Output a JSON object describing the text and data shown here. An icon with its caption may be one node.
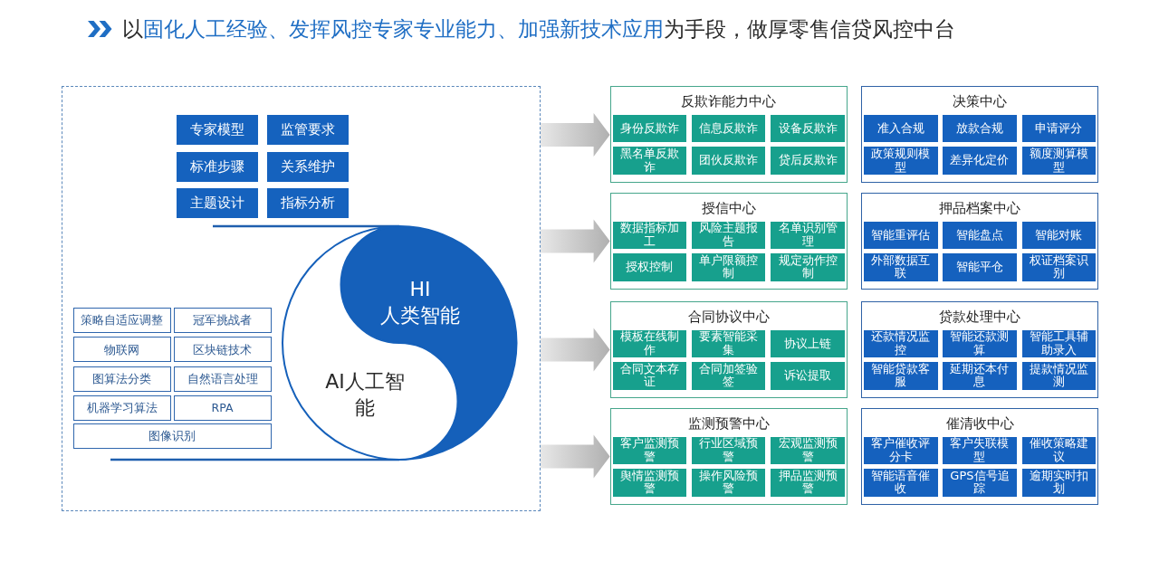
{
  "diagram": {
    "title": "以**固化人工经验、发挥风控专家专业能力、加强新技术应用**为手段，做厚零售信贷风控中台",
    "nodes": [
      {
        "text": [],
        "shape": "box"
      },
      {
        "text": [
          "专家模型"
        ],
        "in": 0
      },
      {
        "text": [
          "监管要求"
        ],
        "in": 0
      },
      {
        "text": [
          "标准步骤"
        ],
        "in": 0
      },
      {
        "text": [
          "关系维护"
        ],
        "in": 0
      },
      {
        "text": [
          "主题设计"
        ],
        "in": 0
      },
      {
        "text": [
          "指标分析"
        ],
        "in": 0
      },
      {
        "text": [
          "HI 人类智能"
        ],
        "in": 0
      },
      {
        "text": [
          "AI人工智能"
        ],
        "in": 0
      },
      {
        "text": [
          "策略自适应调整"
        ],
        "in": 0
      },
      {
        "text": [
          "冠军挑战者"
        ],
        "in": 0
      },
      {
        "text": [
          "物联网"
        ],
        "in": 0
      },
      {
        "text": [
          "区块链技术"
        ],
        "in": 0
      },
      {
        "text": [
          "图算法分类"
        ],
        "in": 0
      },
      {
        "text": [
          "自然语言处理"
        ],
        "in": 0
      },
      {
        "text": [
          "机器学习算法"
        ],
        "in": 0
      },
      {
        "text": [
          "RPA"
        ],
        "in": 0
      },
      {
        "text": [
          "图像识别"
        ],
        "in": 0
      },
      {
        "text": [
          "反欺诈能力中心"
        ]
      },
      {
        "text": [
          "身份反欺诈"
        ],
        "in": 18
      },
      {
        "text": [
          "信息反欺诈"
        ],
        "in": 18
      },
      {
        "text": [
          "设备反欺诈"
        ],
        "in": 18
      },
      {
        "text": [
          "黑名单反欺诈"
        ],
        "in": 18
      },
      {
        "text": [
          "团伙反欺诈"
        ],
        "in": 18
      },
      {
        "text": [
          "贷后反欺诈"
        ],
        "in": 18
      },
      {
        "text": [
          "决策中心"
        ]
      },
      {
        "text": [
          "准入合规"
        ],
        "in": 25
      },
      {
        "text": [
          "放款合规"
        ],
        "in": 25
      },
      {
        "text": [
          "申请评分"
        ],
        "in": 25
      },
      {
        "text": [
          "政策规则模型"
        ],
        "in": 25
      },
      {
        "text": [
          "差异化定价"
        ],
        "in": 25
      },
      {
        "text": [
          "额度测算模型"
        ],
        "in": 25
      },
      {
        "text": [
          "授信中心"
        ]
      },
      {
        "text": [
          "数据指标加工"
        ],
        "in": 32
      },
      {
        "text": [
          "风险主题报告"
        ],
        "in": 32
      },
      {
        "text": [
          "名单识别管理"
        ],
        "in": 32
      },
      {
        "text": [
          "授权控制"
        ],
        "in": 32
      },
      {
        "text": [
          "单户限额控制"
        ],
        "in": 32
      },
      {
        "text": [
          "规定动作控制"
        ],
        "in": 32
      },
      {
        "text": [
          "押品档案中心"
        ]
      },
      {
        "text": [
          "智能重评估"
        ],
        "in": 39
      },
      {
        "text": [
          "智能盘点"
        ],
        "in": 39
      },
      {
        "text": [
          "智能对账"
        ],
        "in": 39
      },
      {
        "text": [
          "外部数据互联"
        ],
        "in": 39
      },
      {
        "text": [
          "智能平仓"
        ],
        "in": 39
      },
      {
        "text": [
          "权证档案识别"
        ],
        "in": 39
      },
      {
        "text": [
          "合同协议中心"
        ]
      },
      {
        "text": [
          "模板在线制作"
        ],
        "in": 46
      },
      {
        "text": [
          "要素智能采集"
        ],
        "in": 46
      },
      {
        "text": [
          "协议上链"
        ],
        "in": 46
      },
      {
        "text": [
          "合同文本存证"
        ],
        "in": 46
      },
      {
        "text": [
          "合同加签验签"
        ],
        "in": 46
      },
      {
        "text": [
          "诉讼提取"
        ],
        "in": 46
      },
      {
        "text": [
          "贷款处理中心"
        ]
      },
      {
        "text": [
          "还款情况监控"
        ],
        "in": 53
      },
      {
        "text": [
          "智能还款测算"
        ],
        "in": 53
      },
      {
        "text": [
          "智能工具辅助录入"
        ],
        "in": 53
      },
      {
        "text": [
          "智能贷款客服"
        ],
        "in": 53
      },
      {
        "text": [
          "延期还本付息"
        ],
        "in": 53
      },
      {
        "text": [
          "提款情况监测"
        ],
        "in": 53
      },
      {
        "text": [
          "监测预警中心"
        ]
      },
      {
        "text": [
          "客户监测预警"
        ],
        "in": 60
      },
      {
        "text": [
          "行业区域预警"
        ],
        "in": 60
      },
      {
        "text": [
          "宏观监测预警"
        ],
        "in": 60
      },
      {
        "text": [
          "舆情监测预警"
        ],
        "in": 60
      },
      {
        "text": [
          "操作风险预警"
        ],
        "in": 60
      },
      {
        "text": [
          "押品监测预警"
        ],
        "in": 60
      },
      {
        "text": [
          "催清收中心"
        ]
      },
      {
        "text": [
          "客户催收评分卡"
        ],
        "in": 67
      },
      {
        "text": [
          "客户失联模型"
        ],
        "in": 67
      },
      {
        "text": [
          "催收策略建议"
        ],
        "in": 67
      },
      {
        "text": [
          "智能语音催收"
        ],
        "in": 67
      },
      {
        "text": [
          "GPS信号追踪"
        ],
        "in": 67
      },
      {
        "text": [
          "逾期实时扣划"
        ],
        "in": 67
      }
    ],
    "edges": [
      {
        "from": 0,
        "to": 18,
        "arrow": "to",
        "style": "thick"
      },
      {
        "from": 0,
        "to": 32,
        "arrow": "to",
        "style": "thick"
      },
      {
        "from": 0,
        "to": 46,
        "arrow": "to",
        "style": "thick"
      },
      {
        "from": 0,
        "to": 60,
        "arrow": "to",
        "style": "thick"
      }
    ]
  }
}
